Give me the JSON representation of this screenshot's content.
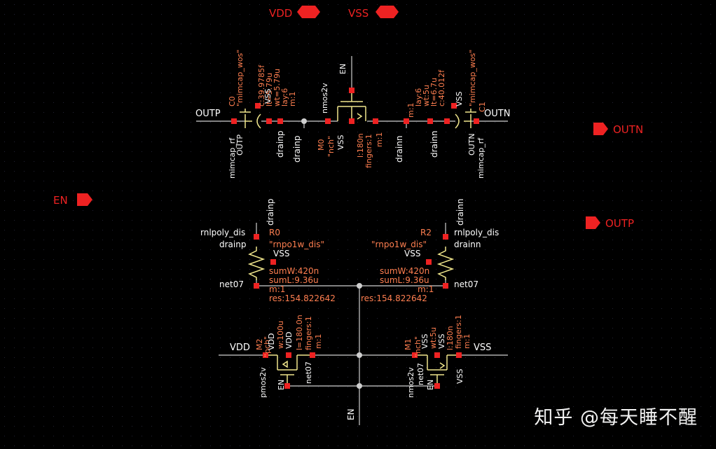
{
  "pins": {
    "vdd": "VDD",
    "vss": "VSS",
    "outn": "OUTN",
    "outp": "OUTP",
    "en": "EN"
  },
  "caps": {
    "c0": {
      "name": "C0",
      "cell": "\"mimcap_wos\"",
      "c": "c:39.9785f",
      "lt": "lt=5.79u",
      "wt": "wt=5.79u",
      "lay": "lay:6",
      "m": "m:1",
      "vss": "VSS",
      "sym": "mimcap_rf",
      "pin": "OUTP",
      "net": "OUTP"
    },
    "c1": {
      "name": "C1",
      "cell": "\"mimcap_wos\"",
      "c": "c:40.012f",
      "lt": "lt=6.7u",
      "wt": "wt:5u",
      "lay": "lay:6",
      "m": "m:1",
      "vss": "VSS",
      "sym": "mimcap_rf",
      "pin": "OUTN",
      "net": "OUTN"
    }
  },
  "m0": {
    "name": "M0",
    "cell": "\"nch\"",
    "model": "nmos2v",
    "gate": "EN",
    "vss": "VSS",
    "l": "l:180n",
    "fingers": "fingers:1",
    "m": "m:1"
  },
  "nets": {
    "drainp": "drainp",
    "drainn": "drainn",
    "net07": "net07",
    "en": "EN"
  },
  "resistors": {
    "r0": {
      "name": "R0",
      "cell": "\"rnpo1w_dis\"",
      "sym": "rnlpoly_dis",
      "vss": "VSS",
      "sumW": "sumW:420n",
      "sumL": "sumL:9.36u",
      "m": "m:1",
      "res": "res:154.822642",
      "top": "drainp",
      "bot": "net07"
    },
    "r2": {
      "name": "R2",
      "cell": "\"rnpo1w_dis\"",
      "sym": "rnlpoly_dis",
      "vss": "VSS",
      "sumW": "sumW:420n",
      "sumL": "sumL:9.36u",
      "m": "m:1",
      "res": "res:154.822642",
      "top": "drainn",
      "bot": "net07"
    }
  },
  "m2": {
    "name": "M2",
    "cell": "\"pch\"",
    "model": "pmos2v",
    "vdd": "VDD",
    "w": "w:100u",
    "l": "l=180.0n",
    "fingers": "fingers:1",
    "m": "m:1",
    "rail": "VDD"
  },
  "m1": {
    "name": "M1",
    "cell": "\"nch\"",
    "model": "nmos2v",
    "vss": "VSS",
    "w": "wt:5u",
    "l": "l:180n",
    "fingers": "fingers:1",
    "m": "m:1",
    "rail": "VSS"
  },
  "watermark": "知乎 @每天睡不醒",
  "colors": {
    "wire": "#cfcfcf",
    "device": "#f0e68c",
    "pin": "#ee2222",
    "param": "#ff7f50",
    "label": "#ffffff",
    "grid": "#1a1a2a"
  }
}
